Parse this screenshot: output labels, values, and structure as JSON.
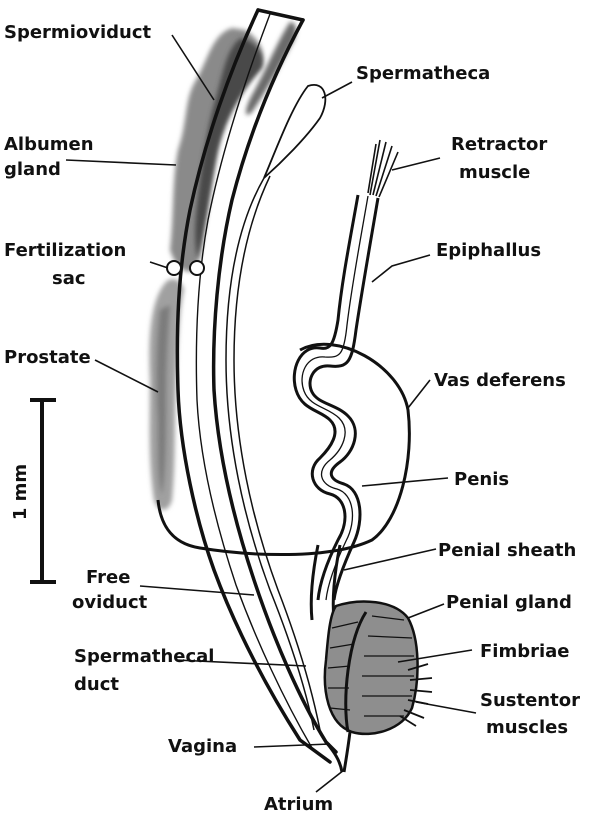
{
  "labels": {
    "spermioviduct": "Spermioviduct",
    "spermatheca": "Spermatheca",
    "albumen_gland_1": "Albumen",
    "albumen_gland_2": "gland",
    "retractor_muscle_1": "Retractor",
    "retractor_muscle_2": "muscle",
    "fertilization_sac_1": "Fertilization",
    "fertilization_sac_2": "sac",
    "epiphallus": "Epiphallus",
    "prostate": "Prostate",
    "vas_deferens": "Vas deferens",
    "penis": "Penis",
    "penial_sheath": "Penial sheath",
    "free_oviduct_1": "Free",
    "free_oviduct_2": "oviduct",
    "penial_gland": "Penial gland",
    "spermathecal_duct_1": "Spermathecal",
    "spermathecal_duct_2": "duct",
    "fimbriae": "Fimbriae",
    "sustentor_muscles_1": "Sustentor",
    "sustentor_muscles_2": "muscles",
    "vagina": "Vagina",
    "atrium": "Atrium"
  },
  "scale_bar": {
    "label": "1 mm"
  },
  "colors": {
    "ink": "#111111",
    "gland_dark": "#5a5a5a",
    "gland_light": "#9a9a9a",
    "penial_gland": "#8e8e8e"
  }
}
